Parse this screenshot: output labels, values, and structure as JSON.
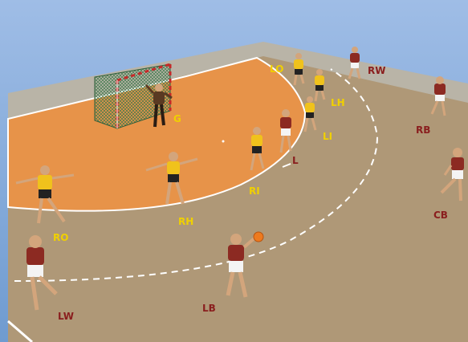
{
  "scene": {
    "colors": {
      "sky": "#7ea8d8",
      "sky_light": "#a9c6ea",
      "wall": "#b8b3a6",
      "court": "#b09a78",
      "goal_area": "#e8914a",
      "line": "#ffffff",
      "attacker_label": "#8a1e1e",
      "defender_label": "#f0d000",
      "attacker_shirt": "#8c2a22",
      "defender_shirt": "#f0c21c"
    },
    "labels": {
      "goalkeeper": "G",
      "lo": "LO",
      "rw": "RW",
      "lh": "LH",
      "rb": "RB",
      "li": "LI",
      "l": "L",
      "ri": "RI",
      "cb": "CB",
      "rh": "RH",
      "ro": "RO",
      "lb": "LB",
      "lw": "LW"
    },
    "objects": {
      "goal": "goal-net",
      "ball": "handball-ball"
    }
  }
}
